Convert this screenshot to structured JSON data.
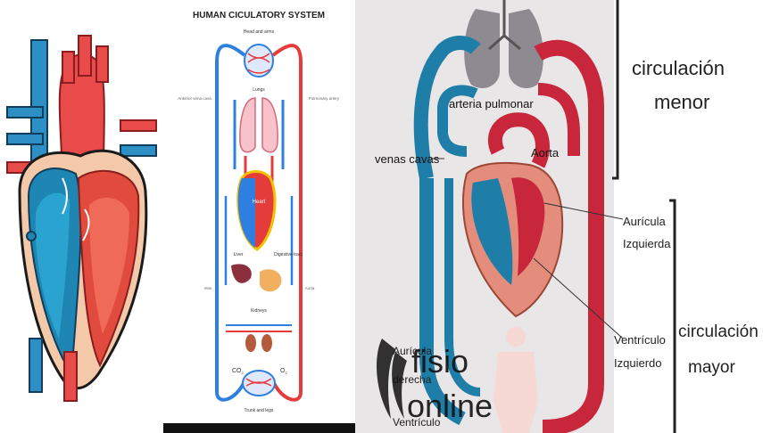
{
  "colors": {
    "vein_blue": "#1f7ea8",
    "artery_red": "#c8273b",
    "heart_skin": "#f2c7b0",
    "bright_blue": "#2e7fe0",
    "bright_red": "#e43b3b",
    "lung_gray": "#8e8a91"
  },
  "panel_heart": {
    "icon": "heart-illustration-icon"
  },
  "panel_circulatory": {
    "title": "HUMAN CICULATORY SYSTEM",
    "labels": {
      "head_arms": "Head and arms",
      "lungs": "Lungs",
      "anterior_vena_cava": "Anterior vena cava",
      "pulmonary_artery": "Pulmonary artery",
      "heart": "Heart",
      "liver": "Liver",
      "digestive_tract": "Digestive tract",
      "vein": "Vein",
      "aorta": "Aorta",
      "kidneys": "Kidneys",
      "co2": "CO",
      "co2_sub": "2",
      "o2": "O",
      "o2_sub": "2",
      "trunk_legs": "Trunk and legs"
    }
  },
  "panel_circulacion": {
    "labels": {
      "circulacion_menor_1": "circulación",
      "circulacion_menor_2": "menor",
      "arteria_pulmonar": "arteria pulmonar",
      "venas_cavas": "venas cavas",
      "aorta": "Aorta",
      "auricula_izq_1": "Aurícula",
      "auricula_izq_2": "Izquierda",
      "ventriculo_izq_1": "Ventrículo",
      "ventriculo_izq_2": "Izquierdo",
      "circulacion_mayor_1": "circulación",
      "circulacion_mayor_2": "mayor",
      "auricula_der_1": "Aurícula",
      "auricula_der_2": "derecha",
      "ventriculo_der": "Ventrículo"
    },
    "watermark": {
      "line1": "fisio",
      "line2": "online"
    }
  }
}
